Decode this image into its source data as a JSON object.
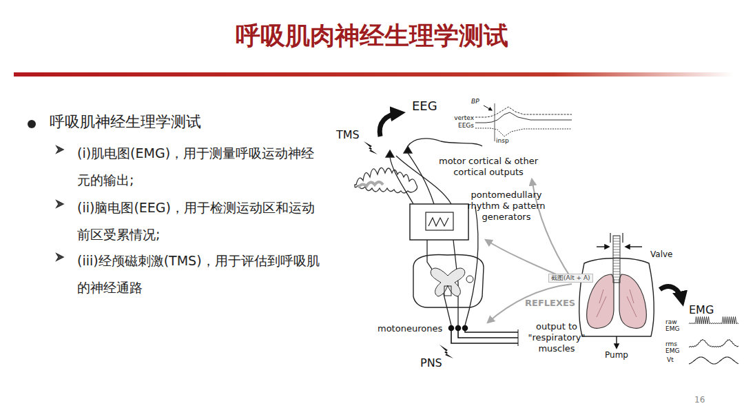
{
  "diagram": {
    "title": "呼吸肌肉神经生理学测试",
    "labels": [
      "呼吸肌神经生理学测试",
      "(i)肌电图(EMG)，用于测量呼吸运动神经元的输出;",
      "(ii)脑电图(EEG)，用于检测运动区和运动前区受累情况;",
      "(iii)经颅磁刺激(TMS)，用于评估到呼吸肌的神经通路",
      "EEG",
      "BP",
      "vertex EEGs",
      "insp",
      "TMS",
      "motor cortical & other cortical outputs",
      "pontomedullary rhythm & pattern generators",
      "Valve",
      "截图(Alt + A)",
      "REFLEXES",
      "EMG",
      "raw EMG",
      "rms EMG",
      "Vt",
      "motoneurones",
      "output to \"respiratory\" muscles",
      "PNS",
      "Pump",
      "16"
    ]
  }
}
